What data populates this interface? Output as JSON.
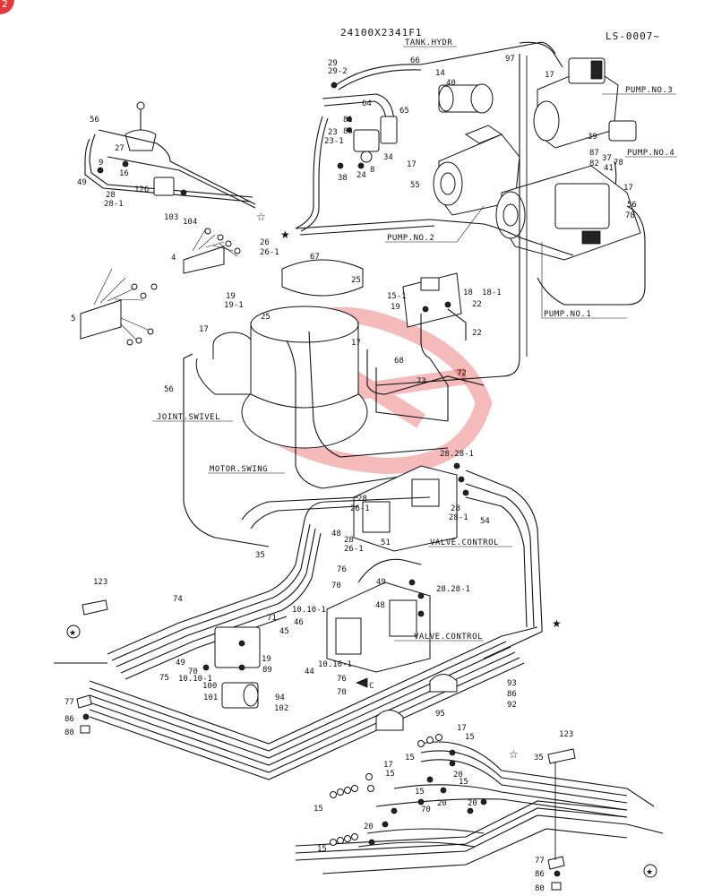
{
  "header": {
    "part_number": "24100X2341F1",
    "sheet_code": "LS-0007~",
    "corner_badge": "2"
  },
  "components": {
    "tank_hydr": "TANK.HYDR",
    "pump_no3": "PUMP.NO.3",
    "pump_no4": "PUMP.NO.4",
    "pump_no2": "PUMP.NO.2",
    "pump_no1": "PUMP.NO.1",
    "joint_swivel": "JOINT.SWIVEL",
    "motor_swing": "MOTOR.SWING",
    "valve_control_upper": "VALVE.CONTROL",
    "valve_control_lower": "VALVE.CONTROL",
    "view_c": "C"
  },
  "callouts": {
    "c29": "29",
    "c29_2": "29-2",
    "c66": "66",
    "c97": "97",
    "c14": "14",
    "c40": "40",
    "c17a": "17",
    "c64": "64",
    "c65": "65",
    "c81": "81",
    "c86a": "86",
    "c23": "23",
    "c23_1": "23-1",
    "c34": "34",
    "c8": "8",
    "c24": "24",
    "c38": "38",
    "c17b": "17",
    "c55": "55",
    "c87": "87",
    "c37": "37",
    "c78a": "78",
    "c82": "82",
    "c41": "41",
    "c39": "39",
    "c17c": "17",
    "c56a": "56",
    "c78b": "78",
    "c56b": "56",
    "c27": "27",
    "c9": "9",
    "c16": "16",
    "c49a": "49",
    "c28a": "28",
    "c28_1a": "28-1",
    "c126": "126",
    "c103": "103",
    "c104": "104",
    "c26": "26",
    "c26_1": "26-1",
    "c67": "67",
    "c4": "4",
    "c25a": "25",
    "c18": "18",
    "c18_1": "18-1",
    "c15_1": "15-1",
    "c19a": "19",
    "c22a": "22",
    "c22b": "22",
    "c19b": "19",
    "c19_1": "19-1",
    "c25b": "25",
    "c5": "5",
    "c17d": "17",
    "c17e": "17",
    "c68": "68",
    "c73": "73",
    "c72": "72",
    "c56c": "56",
    "c28_28_1a": "28.28-1",
    "c54": "54",
    "c28b": "28",
    "c26_1b": "26-1",
    "c28c": "28",
    "c28_1b": "28-1",
    "c28d": "28",
    "c26_1c": "26-1",
    "c51": "51",
    "c48a": "48",
    "c35a": "35",
    "c76a": "76",
    "c70a": "70",
    "c49b": "49",
    "c28_28_1b": "28.28-1",
    "c48b": "48",
    "c123a": "123",
    "c74": "74",
    "c71": "71",
    "c10_10_1a": "10.10-1",
    "c46": "46",
    "c45": "45",
    "c10_10_1b": "10.10-1",
    "c49c": "49",
    "c70b": "70",
    "c75": "75",
    "c10_10_1c": "10.10-1",
    "c89": "89",
    "c19c": "19",
    "c100": "100",
    "c101": "101",
    "c94": "94",
    "c102": "102",
    "c44": "44",
    "c76b": "76",
    "c70c": "70",
    "c93": "93",
    "c86b": "86",
    "c92": "92",
    "c95": "95",
    "c77a": "77",
    "c86c": "86",
    "c80a": "80",
    "c123b": "123",
    "c35b": "35",
    "c17f": "17",
    "c15a": "15",
    "c15b": "15",
    "c17g": "17",
    "c15c": "15",
    "c20a": "20",
    "c15d": "15",
    "c15e": "15",
    "c70d": "70",
    "c20b": "20",
    "c20c": "20",
    "c15f": "15",
    "c20d": "20",
    "c15g": "15",
    "c77b": "77",
    "c86d": "86",
    "c80b": "80"
  }
}
